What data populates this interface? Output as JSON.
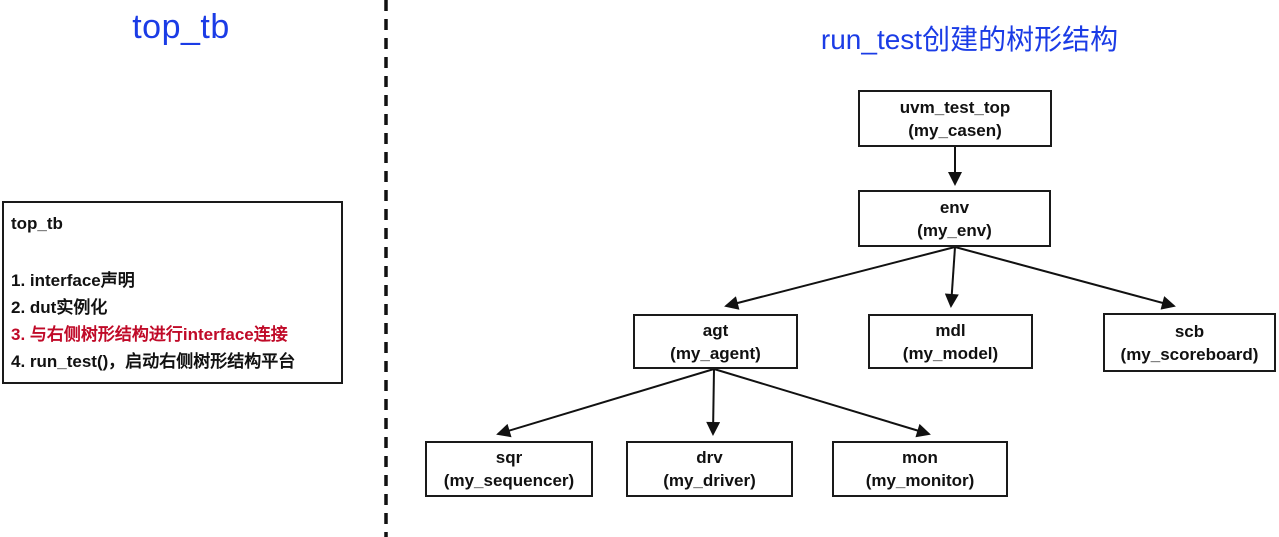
{
  "left_panel": {
    "title": "top_tb",
    "note_box": {
      "heading": "top_tb",
      "items": [
        {
          "text": "1. interface声明",
          "highlight": false
        },
        {
          "text": "2. dut实例化",
          "highlight": false
        },
        {
          "text": "3. 与右侧树形结构进行interface连接",
          "highlight": true
        },
        {
          "text": "4. run_test()，启动右侧树形结构平台",
          "highlight": false
        }
      ]
    }
  },
  "right_panel": {
    "title": "run_test创建的树形结构",
    "tree": {
      "nodes": [
        {
          "id": "uvm_test_top",
          "line1": "uvm_test_top",
          "line2": "(my_casen)"
        },
        {
          "id": "env",
          "line1": "env",
          "line2": "(my_env)"
        },
        {
          "id": "agt",
          "line1": "agt",
          "line2": "(my_agent)"
        },
        {
          "id": "mdl",
          "line1": "mdl",
          "line2": "(my_model)"
        },
        {
          "id": "scb",
          "line1": "scb",
          "line2": "(my_scoreboard)"
        },
        {
          "id": "sqr",
          "line1": "sqr",
          "line2": "(my_sequencer)"
        },
        {
          "id": "drv",
          "line1": "drv",
          "line2": "(my_driver)"
        },
        {
          "id": "mon",
          "line1": "mon",
          "line2": "(my_monitor)"
        }
      ],
      "edges": [
        [
          "uvm_test_top",
          "env"
        ],
        [
          "env",
          "agt"
        ],
        [
          "env",
          "mdl"
        ],
        [
          "env",
          "scb"
        ],
        [
          "agt",
          "sqr"
        ],
        [
          "agt",
          "drv"
        ],
        [
          "agt",
          "mon"
        ]
      ]
    }
  },
  "colors": {
    "title_blue": "#1b3ce6",
    "highlight_red": "#c00a28",
    "line_black": "#111111"
  }
}
